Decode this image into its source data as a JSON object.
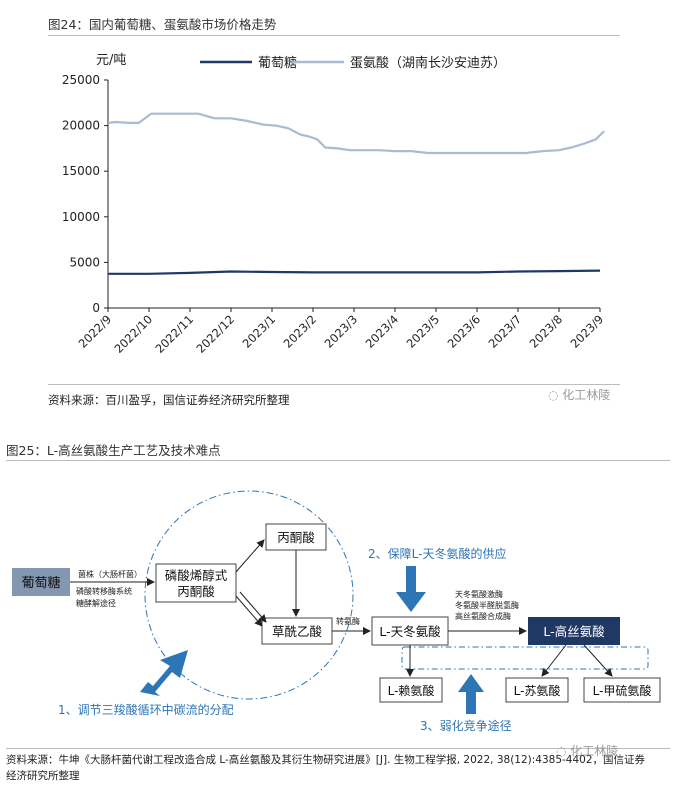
{
  "figure24": {
    "title": "图24：国内葡萄糖、蛋氨酸市场价格走势",
    "source": "资料来源：百川盈孚，国信证券经济研究所整理"
  },
  "figure25": {
    "title": "图25：L-高丝氨酸生产工艺及技术难点",
    "source_line1": "资料来源：牛坤《大肠杆菌代谢工程改造合成 L-高丝氨酸及其衍生物研究进展》[J]. 生物工程学报, 2022, 38(12):4385-4402，国信证券",
    "source_line2": "经济研究所整理",
    "nodes": {
      "glucose": "葡萄糖",
      "pep_line1": "磷酸烯醇式",
      "pep_line2": "丙酮酸",
      "pyruvate": "丙酮酸",
      "oxaloacetate": "草酰乙酸",
      "aspartate": "L-天冬氨酸",
      "homoserine": "L-高丝氨酸",
      "lysine": "L-赖氨酸",
      "threonine": "L-苏氨酸",
      "methionine": "L-甲硫氨酸"
    },
    "labels": {
      "strain": "菌株（大肠杆菌）",
      "pts_line1": "磷酸转移酶系统",
      "pts_line2": "糖酵解途径",
      "aminase": "转氨酶",
      "enzyme1": "天冬氨酸激酶",
      "enzyme2": "冬氨酸半醛脱氢酶",
      "enzyme3": "高丝氨酸合成酶"
    },
    "callouts": {
      "c1": "1、调节三羧酸循环中碳流的分配",
      "c2": "2、保障L-天冬氨酸的供应",
      "c3": "3、弱化竞争途径"
    }
  },
  "watermark": "化工林陵",
  "colors": {
    "glucose_line": "#1f3864",
    "methionine_line": "#a9bccf",
    "accent_blue": "#2e75b6",
    "glucose_box": "#8497b0",
    "homoserine_box": "#1f3864"
  },
  "chart_data": {
    "type": "line",
    "title": "",
    "ylabel": "元/吨",
    "xlabel": "",
    "ylim": [
      0,
      25000
    ],
    "yticks": [
      0,
      5000,
      10000,
      15000,
      20000,
      25000
    ],
    "categories": [
      "2022/9",
      "2022/10",
      "2022/11",
      "2022/12",
      "2023/1",
      "2023/2",
      "2023/3",
      "2023/4",
      "2023/5",
      "2023/6",
      "2023/7",
      "2023/8",
      "2023/9"
    ],
    "grid": false,
    "legend": "top",
    "series": [
      {
        "name": "葡萄糖",
        "x": [
          0,
          1,
          2,
          3,
          4,
          5,
          6,
          7,
          8,
          9,
          10,
          11,
          12
        ],
        "values": [
          3750,
          3750,
          3850,
          4000,
          3950,
          3900,
          3900,
          3900,
          3900,
          3900,
          4000,
          4050,
          4100
        ]
      },
      {
        "name": "蛋氨酸（湖南长沙安迪苏）",
        "x": [
          0,
          0.2,
          0.5,
          0.75,
          1.05,
          1.3,
          1.8,
          2.2,
          2.6,
          3.0,
          3.4,
          3.8,
          4.1,
          4.4,
          4.7,
          4.9,
          5.1,
          5.3,
          5.6,
          5.9,
          6.2,
          6.6,
          7.0,
          7.4,
          7.8,
          8.2,
          8.6,
          9.0,
          9.4,
          9.8,
          10.2,
          10.6,
          11.0,
          11.3,
          11.6,
          11.9,
          12.1
        ],
        "values": [
          20300,
          20400,
          20300,
          20300,
          21300,
          21300,
          21300,
          21300,
          20800,
          20800,
          20500,
          20100,
          20000,
          19700,
          19000,
          18800,
          18500,
          17600,
          17500,
          17300,
          17300,
          17300,
          17200,
          17200,
          17000,
          17000,
          17000,
          17000,
          17000,
          17000,
          17000,
          17200,
          17300,
          17600,
          18000,
          18500,
          19400
        ]
      }
    ]
  }
}
